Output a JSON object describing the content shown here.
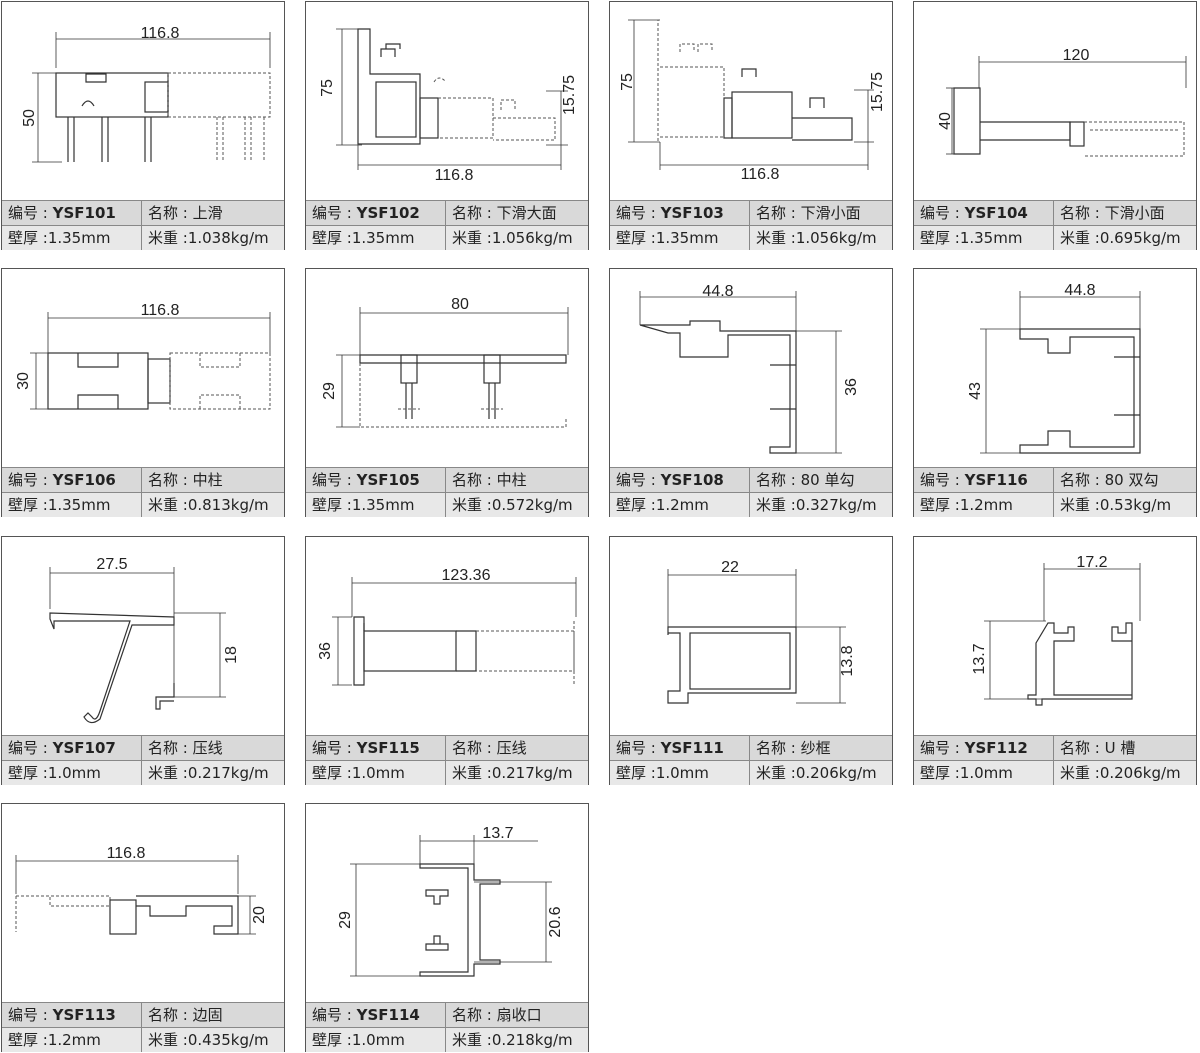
{
  "labels": {
    "code": "编号 : ",
    "name": "名称 : ",
    "wall": "壁厚 :",
    "weight": "米重 :"
  },
  "cards": [
    {
      "code": "YSF101",
      "name": "上滑",
      "wall": "1.35mm",
      "weight": "1.038kg/m",
      "dims": [
        "116.8",
        "50"
      ]
    },
    {
      "code": "YSF102",
      "name": "下滑大面",
      "wall": "1.35mm",
      "weight": "1.056kg/m",
      "dims": [
        "75",
        "15.75",
        "116.8"
      ]
    },
    {
      "code": "YSF103",
      "name": "下滑小面",
      "wall": "1.35mm",
      "weight": "1.056kg/m",
      "dims": [
        "75",
        "15.75",
        "116.8"
      ]
    },
    {
      "code": "YSF104",
      "name": "下滑小面",
      "wall": "1.35mm",
      "weight": "0.695kg/m",
      "dims": [
        "120",
        "40"
      ]
    },
    {
      "code": "YSF106",
      "name": "中柱",
      "wall": "1.35mm",
      "weight": "0.813kg/m",
      "dims": [
        "116.8",
        "30"
      ]
    },
    {
      "code": "YSF105",
      "name": "中柱",
      "wall": "1.35mm",
      "weight": "0.572kg/m",
      "dims": [
        "80",
        "29"
      ]
    },
    {
      "code": "YSF108",
      "name": "80 单勾",
      "wall": "1.2mm",
      "weight": "0.327kg/m",
      "dims": [
        "44.8",
        "36"
      ]
    },
    {
      "code": "YSF116",
      "name": "80 双勾",
      "wall": "1.2mm",
      "weight": "0.53kg/m",
      "dims": [
        "44.8",
        "43"
      ]
    },
    {
      "code": "YSF107",
      "name": "压线",
      "wall": "1.0mm",
      "weight": "0.217kg/m",
      "dims": [
        "27.5",
        "18"
      ]
    },
    {
      "code": "YSF115",
      "name": "压线",
      "wall": "1.0mm",
      "weight": "0.217kg/m",
      "dims": [
        "123.36",
        "36"
      ]
    },
    {
      "code": "YSF111",
      "name": "纱框",
      "wall": "1.0mm",
      "weight": "0.206kg/m",
      "dims": [
        "22",
        "13.8"
      ]
    },
    {
      "code": "YSF112",
      "name": "U 槽",
      "wall": "1.0mm",
      "weight": "0.206kg/m",
      "dims": [
        "17.2",
        "13.7"
      ]
    },
    {
      "code": "YSF113",
      "name": "边固",
      "wall": "1.2mm",
      "weight": "0.435kg/m",
      "dims": [
        "116.8",
        "20"
      ]
    },
    {
      "code": "YSF114",
      "name": "扇收口",
      "wall": "1.0mm",
      "weight": "0.218kg/m",
      "dims": [
        "13.7",
        "29",
        "20.6"
      ]
    }
  ]
}
